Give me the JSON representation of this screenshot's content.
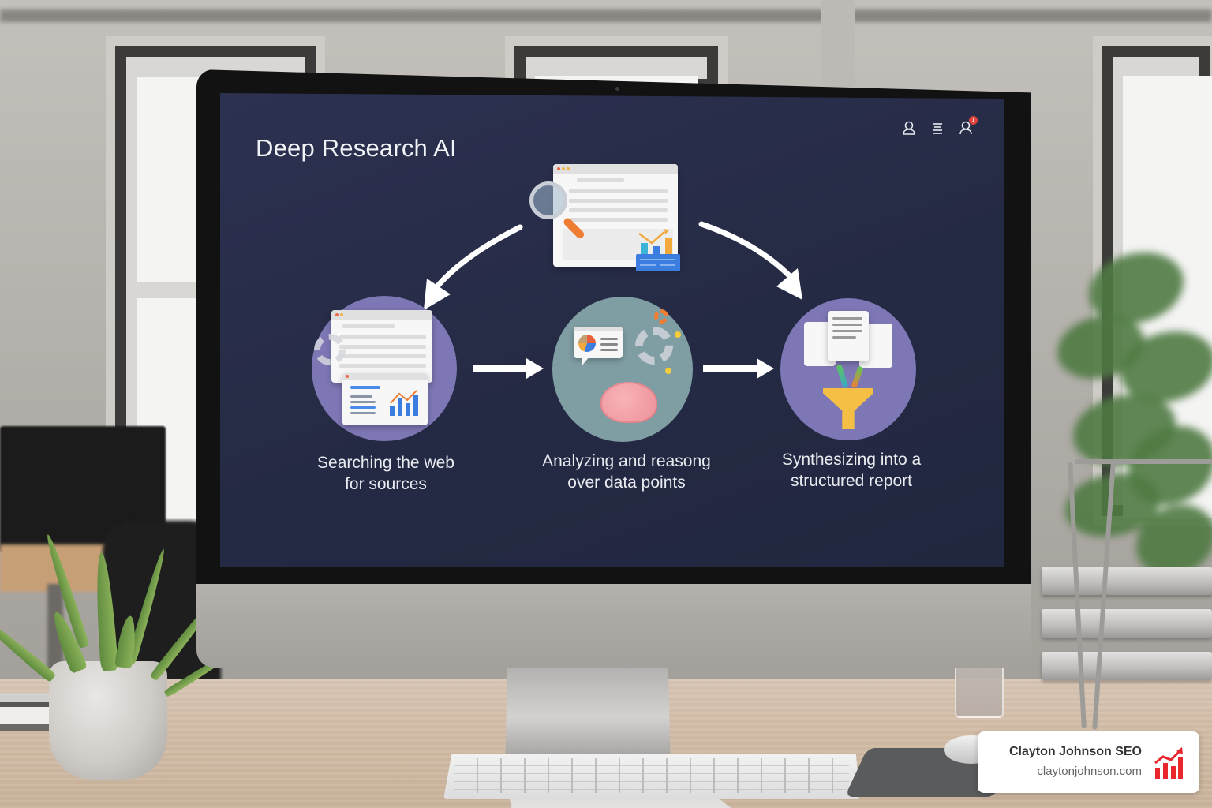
{
  "screen": {
    "app_title": "Deep Research AI",
    "topbar_icons": [
      {
        "name": "user-icon",
        "label": "Profile"
      },
      {
        "name": "menu-icon",
        "label": "Menu"
      },
      {
        "name": "notifications-user-icon",
        "label": "Notifications",
        "badge": "1"
      }
    ],
    "hub": {
      "icon": "browser-search-analytics-icon"
    },
    "steps": [
      {
        "label_line1": "Searching the web",
        "label_line2": "for sources",
        "icon": "web-search-icon",
        "circle_color": "#7d77b5"
      },
      {
        "label_line1": "Analyzing and reasong",
        "label_line2": "over data points",
        "icon": "brain-analysis-icon",
        "circle_color": "#7f9ea4"
      },
      {
        "label_line1": "Synthesizing into a",
        "label_line2": "structured report",
        "icon": "document-funnel-icon",
        "circle_color": "#7d77b5"
      }
    ],
    "colors": {
      "background": "#262b46",
      "text": "#f2f3f7",
      "purple_circle": "#7d77b5",
      "teal_circle": "#7f9ea4",
      "badge": "#e0443d"
    }
  },
  "watermark": {
    "name": "Clayton Johnson SEO",
    "url": "claytonjohnson.com",
    "icon": "growth-chart-icon",
    "icon_color": "#e8262b"
  }
}
